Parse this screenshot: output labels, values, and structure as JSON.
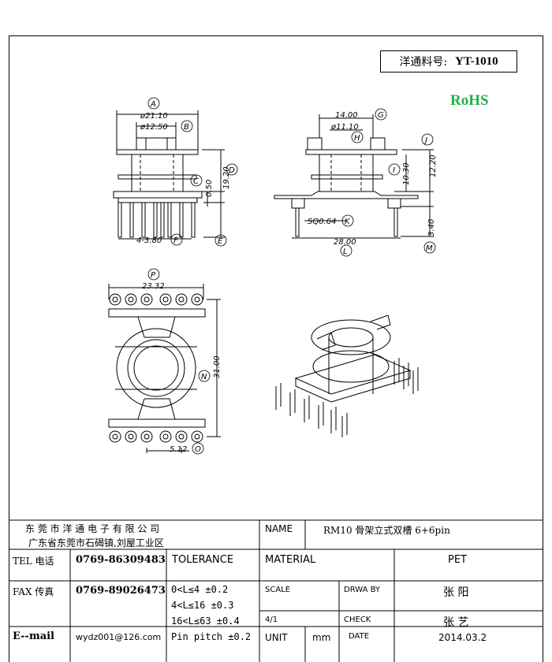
{
  "header": {
    "part_label": "洋通料号:",
    "part_number": "YT-1010",
    "rohs": "RoHS"
  },
  "dims": {
    "A": "A",
    "B": "B",
    "C": "C",
    "D": "D",
    "E": "E",
    "F": "F",
    "G": "G",
    "H": "H",
    "I": "I",
    "J": "J",
    "K": "K",
    "L": "L",
    "M": "M",
    "N": "N",
    "O": "O",
    "P": "P",
    "dA": "ø21.10",
    "dB": "ø12.50",
    "dC": "0.50",
    "dD": "19.20",
    "dF": "4-3.80",
    "dG": "14.00",
    "dH": "ø11.10",
    "dI": "10.30",
    "dJ": "12.20",
    "dK": "SQ0.64",
    "dL": "28.00",
    "dM": "3.40",
    "dN": "31.00",
    "dO": "5.12",
    "dP": "23.32"
  },
  "title_block": {
    "company": "东 莞 市 洋 通 电 子 有 限 公 司",
    "address": "广东省东莞市石碣镇,刘屋工业区",
    "name_label": "NAME",
    "name_value": "RM10 骨架立式双槽 6+6pin",
    "tel_label": "TEL 电话",
    "tel_value": "0769-86309483",
    "tolerance_label": "TOLERANCE",
    "material_label": "MATERIAL",
    "material_value": "PET",
    "fax_label": "FAX 传真",
    "fax_value": "0769-89026473",
    "tol1": "0<L≤4  ±0.2",
    "tol2": "4<L≤16 ±0.3",
    "tol3": "16<L≤63 ±0.4",
    "tol4": "Pin pitch ±0.2",
    "scale_label": "SCALE",
    "scale_value": "4/1",
    "drawby_label": "DRWA BY",
    "drawby_value": "张 阳",
    "check_label": "CHECK",
    "check_value": "张 艺",
    "email_label": "E--mail",
    "email_value": "wydz001@126.com",
    "unit_label": "UNIT",
    "unit_value": "mm",
    "date_label": "DATE",
    "date_value": "2014.03.2"
  }
}
